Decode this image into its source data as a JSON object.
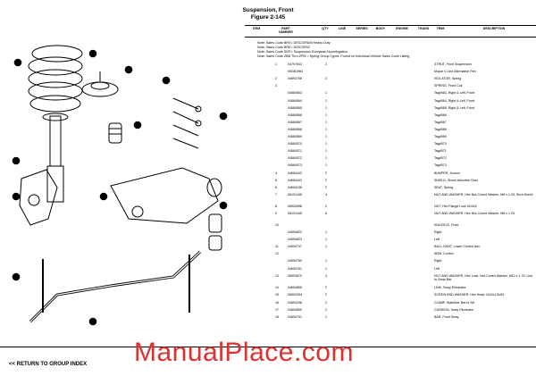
{
  "title": "Suspension, Front",
  "figure": "Figure 2-145",
  "columns": [
    "ITEM",
    "PART NUMBER",
    "QTY",
    "LINE",
    "SERIES",
    "BODY",
    "ENGINE",
    "TRANS",
    "TRIM",
    "DESCRIPTION"
  ],
  "notes": [
    "Note: Sales Code BRV= DISC/DRUM Heavy Duty",
    "Note: Sales Code BRE= DISC/DISC",
    "Note: Sales Code SDP= Suspension European Homologation",
    "Note: Sales Code ZBB Thru ZPM = Spring Group Types, Found on Individual Vehicle Sales Code Listing"
  ],
  "rows": [
    {
      "item": "1",
      "part": "04797643",
      "qty": "2",
      "desc": "STRUT, Front Suspension"
    },
    {
      "item": "",
      "part": "05GB1964",
      "qty": "",
      "desc": "Mopar V-Line Alternative Part"
    },
    {
      "item": "2",
      "part": "04694706",
      "qty": "2",
      "desc": "ISOLATOR, Spring"
    },
    {
      "item": "3",
      "part": "",
      "qty": "",
      "desc": "SPRING, Front Coil"
    },
    {
      "item": "",
      "part": "04684563",
      "qty": "1",
      "desc": "Tag#563, Right & Left, Front"
    },
    {
      "item": "",
      "part": "04684564",
      "qty": "1",
      "desc": "Tag#564, Right & Left, Front"
    },
    {
      "item": "",
      "part": "04684565",
      "qty": "1",
      "desc": "Tag#565, Right & Left, Front"
    },
    {
      "item": "",
      "part": "04684566",
      "qty": "1",
      "desc": "Tag#566"
    },
    {
      "item": "",
      "part": "04684567",
      "qty": "1",
      "desc": "Tag#567"
    },
    {
      "item": "",
      "part": "04684568",
      "qty": "1",
      "desc": "Tag#568"
    },
    {
      "item": "",
      "part": "04684569",
      "qty": "1",
      "desc": "Tag#569"
    },
    {
      "item": "",
      "part": "04684570",
      "qty": "1",
      "desc": "Tag#570"
    },
    {
      "item": "",
      "part": "04684571",
      "qty": "1",
      "desc": "Tag#571"
    },
    {
      "item": "",
      "part": "04684572",
      "qty": "1",
      "desc": "Tag#572"
    },
    {
      "item": "",
      "part": "04684573",
      "qty": "1",
      "desc": "Tag#573"
    },
    {
      "item": "4",
      "part": "04684442",
      "qty": "2",
      "desc": "BUMPER, Jounce"
    },
    {
      "item": "5",
      "part": "04684443",
      "qty": "2",
      "desc": "SHIELD, Shock Absorber Dust"
    },
    {
      "item": "6",
      "part": "04694136",
      "qty": "2",
      "desc": "SEAT, Spring"
    },
    {
      "item": "7",
      "part": "06101445",
      "qty": "4",
      "desc": "NUT AND WASHER, Hex Nut-Coned Washer, M8 x 1.25, Strut Mount"
    },
    {
      "item": "8",
      "part": "06502698",
      "qty": "2",
      "desc": "NUT, Hex Flange Lock M14x2"
    },
    {
      "item": "9",
      "part": "06101445",
      "qty": "6",
      "desc": "NUT AND WASHER, Hex Nut-Coned Washer, M8 x 1.25"
    },
    {
      "item": "10",
      "part": "",
      "qty": "",
      "desc": "KNUCKLE, Front"
    },
    {
      "item": "",
      "part": "04694822",
      "qty": "1",
      "desc": "Right"
    },
    {
      "item": "",
      "part": "04694823",
      "qty": "1",
      "desc": "Left"
    },
    {
      "item": "11",
      "part": "04694747",
      "qty": "1",
      "desc": "BALL JOINT, Lower Control Arm"
    },
    {
      "item": "12",
      "part": "",
      "qty": "",
      "desc": "ARM, Control"
    },
    {
      "item": "",
      "part": "04694760",
      "qty": "1",
      "desc": "Right"
    },
    {
      "item": "",
      "part": "04694761",
      "qty": "1",
      "desc": "Left"
    },
    {
      "item": "13",
      "part": "06503870",
      "qty": "4",
      "desc": "NUT AND WASHER, Hex Lock, Nut-Coned Washer, M12 x 1.75, Link to Sway Bar"
    },
    {
      "item": "14",
      "part": "04694855",
      "qty": "2",
      "desc": "LINK, Sway Eliminator"
    },
    {
      "item": "15",
      "part": "06502954",
      "qty": "2",
      "desc": "SCREW AND WASHER, Hex Head, M10x1.5x53"
    },
    {
      "item": "16",
      "part": "04694298",
      "qty": "2",
      "desc": "CLAMP, Stabilizer Bar to Sill"
    },
    {
      "item": "17",
      "part": "04694890",
      "qty": "2",
      "desc": "CUSHION, Sway Eliminator"
    },
    {
      "item": "18",
      "part": "04694751",
      "qty": "1",
      "desc": "BAR, Front Sway"
    }
  ],
  "footer": {
    "return_link": "<< RETURN TO GROUP INDEX"
  },
  "watermark": "ManualPlace.com"
}
